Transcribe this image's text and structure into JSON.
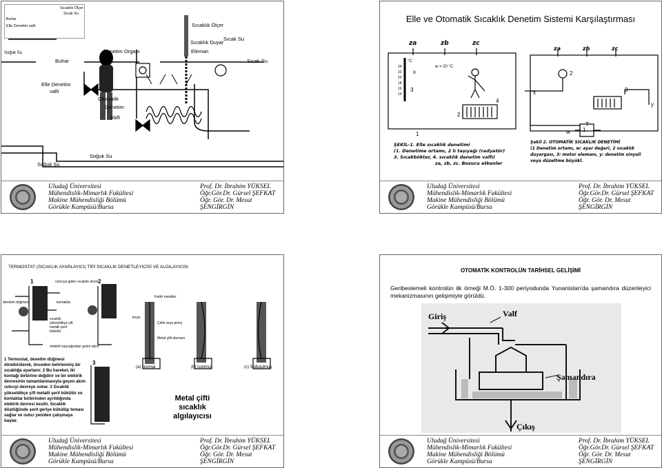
{
  "footer": {
    "university_lines": [
      "Uludağ Üniversitesi",
      "Mühendislik-Mimarlık Fakültesi",
      "Makine Mühendisliği Bölümü",
      "Görükle Kampüsü/Bursa"
    ],
    "author_lines": [
      "Prof. Dr. İbrahim YÜKSEL",
      "Öğr.Gör.Dr. Gürsel ŞEFKAT",
      "Öğr. Gör. Dr. Mesut ŞENGİRGİN"
    ]
  },
  "slide1": {
    "inset_labels": [
      "Buhar",
      "Elle Denetim valfı",
      "Sıcaklık Ölçer",
      "Sıcak Su",
      "Soğuk Su"
    ],
    "sicaklik_olcer": "Sıcaklık Ölçer",
    "sicaklik_duyar": "Sıcaklık Duyar",
    "eleman": "Eleman",
    "sicak_su_top": "Sıcak Su",
    "sicak_su": "Sıcak Su",
    "buhar": "Buhar",
    "denetim_organi": "Denetim Organı",
    "elle_denetim": "Elle Denetim",
    "valfi_left": "valfı",
    "otomatik": "Otomatik",
    "denetim": "Denetim",
    "valfi": "Valfi",
    "soguk_su_left": "Soğuk Su",
    "soguk_su": "Soğuk Su"
  },
  "slide2": {
    "title": "Elle ve Otomatik Sıcaklık Denetim Sistemi Karşılaştırması",
    "left": {
      "z_labels": [
        "za",
        "zb",
        "zc"
      ],
      "scale": [
        "°C",
        "24",
        "22",
        "20",
        "18",
        "16",
        "14"
      ],
      "w_text": "w = 20 °C",
      "numbers": [
        "1",
        "2",
        "3",
        "4"
      ],
      "x": "x",
      "caption": [
        "ŞEKİL-1. Elle sıcaklık denetimi",
        "(1. Denetime ortamı, 2 lı taşıyağı (radyatör)",
        "3. Sıcakbökter, 4. sıcaklık denetim valfı)",
        "za, zb, zc. Bozucu etkenler"
      ]
    },
    "right": {
      "z_labels": [
        "za",
        "zb",
        "zc"
      ],
      "numbers": [
        "1",
        "2",
        "3"
      ],
      "T": "T",
      "x": "x",
      "y": "y",
      "w": "w",
      "caption": [
        "Şekil 2. OTOMATİK SICAKLIK DENETİMİ",
        "(1 Denetim ortamı, w: ayar değeri, 2 sıcaklık",
        "duyargası, 3: motor elemanı, y: denetim sinyali",
        "veya düzeltme büyükl."
      ]
    }
  },
  "slide3": {
    "title": "TERMOSTAT (SICAKLIK AYARLAYICI) TİPİ SICAKLIK DENETLEYİCİSİ VE ALGILAYICISI",
    "fig_numbers": [
      "1",
      "2",
      "3"
    ],
    "fig_labels": [
      "ısıtıcıya giden sıcaklık akımı",
      "kontaklar",
      "denetim düğmesi",
      "sıcaklık yükseldikçe çift metalli şerit bükülür",
      "elektrik kaynağından gelen akım"
    ],
    "strip_labels": [
      "Farklı metaller",
      "levye",
      "Çelik veya pirinç",
      "Metal çifti elemanı"
    ],
    "strip_captions": [
      "(a) Normal",
      "(b) Isıtılmış",
      "(c) Soğutulmuş"
    ],
    "paragraph": "1 Termostat, denetim düğmesi döndürülerek, önceden belirlenmiş bir sıcaklığa ayarlanır. 2 Bu hareket, iki kontağı birbirine değdirir ve bir elektrik devresinin tamamlanmasıyla geçen akım ısıtıcıyı devreye sokar. 3 Sıcaklık yükseldikçe çift metalli şerit bükülür ve kontaklar birbirinden ayrıldığında elektrik devresi kesilir. Sıcaklık düştüğünde şerit geriye bükülüp teması sağlar ve ısıtıcı yeniden çalışmaya başlar.",
    "metal_cifti": "Metal çifti sıcaklık algılayıcısı"
  },
  "slide4": {
    "title": "OTOMATİK KONTROLÜN TARİHSEL GELİŞİMİ",
    "body": "Geribeslemeli kontrolün ilk örneği M.Ö. 1-300 periyodunda Yunanistan'da şamandıra düzenleyici mekanizmasının gelişimiyle görüldü.",
    "labels": {
      "giris": "Giriş",
      "valf": "Valf",
      "samandira": "Şamandıra",
      "cikis": "Çıkış"
    }
  }
}
